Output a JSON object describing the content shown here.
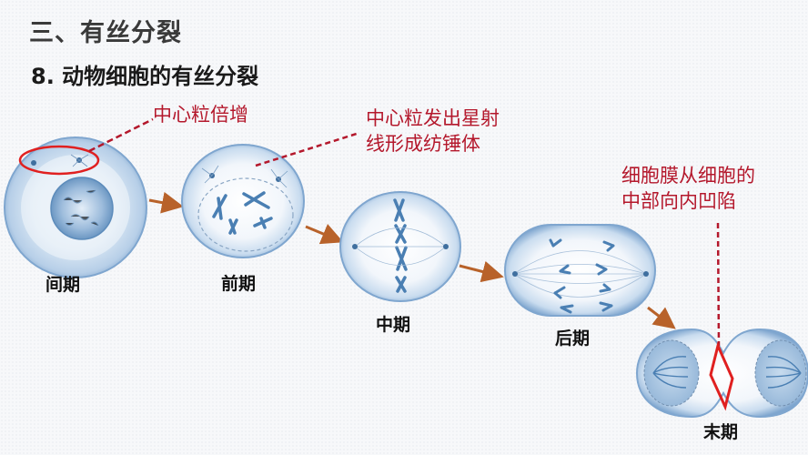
{
  "slide": {
    "section_title": "三、有丝分裂",
    "subtitle": "8. 动物细胞的有丝分裂"
  },
  "phases": [
    {
      "id": "interphase",
      "label": "间期"
    },
    {
      "id": "prophase",
      "label": "前期"
    },
    {
      "id": "metaphase",
      "label": "中期"
    },
    {
      "id": "anaphase",
      "label": "后期"
    },
    {
      "id": "telophase",
      "label": "末期"
    }
  ],
  "annotations": {
    "centriole_duplication": "中心粒倍增",
    "spindle_line1": "中心粒发出星射",
    "spindle_line2": "线形成纺锤体",
    "furrow_line1": "细胞膜从细胞的",
    "furrow_line2": "中部向内凹陷"
  },
  "colors": {
    "annotation_red": "#b4182c",
    "highlight_red": "#e02020",
    "arrow_orange": "#b8622a",
    "cell_blue": "#8fb4d8",
    "chromosome_blue": "#4a7fb3"
  }
}
